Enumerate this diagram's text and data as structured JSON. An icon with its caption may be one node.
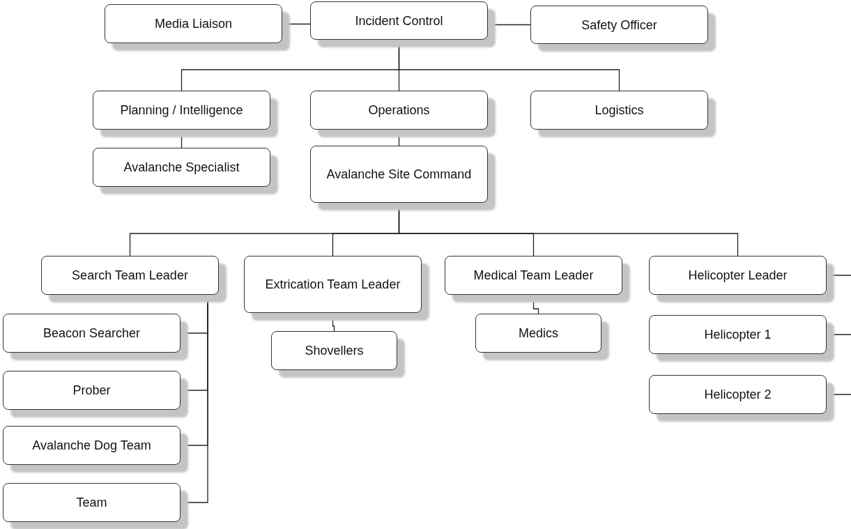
{
  "diagram": {
    "nodes": [
      {
        "text": [
          "Media Liaison"
        ]
      },
      {
        "text": [
          "Incident Control"
        ]
      },
      {
        "text": [
          "Safety Officer"
        ]
      },
      {
        "text": [
          "Planning / Intelligence"
        ]
      },
      {
        "text": [
          "Operations"
        ]
      },
      {
        "text": [
          "Logistics"
        ]
      },
      {
        "text": [
          "Avalanche Specialist"
        ]
      },
      {
        "text": [
          "Avalanche Site Command"
        ]
      },
      {
        "text": [
          "Search Team Leader"
        ]
      },
      {
        "text": [
          "Extrication Team Leader"
        ]
      },
      {
        "text": [
          "Medical Team Leader"
        ]
      },
      {
        "text": [
          "Helicopter Leader"
        ]
      },
      {
        "text": [
          "Beacon Searcher"
        ]
      },
      {
        "text": [
          "Shovellers"
        ]
      },
      {
        "text": [
          "Medics"
        ]
      },
      {
        "text": [
          "Prober"
        ]
      },
      {
        "text": [
          "Helicopter 1"
        ]
      },
      {
        "text": [
          "Avalanche Dog Team"
        ]
      },
      {
        "text": [
          "Team"
        ]
      },
      {
        "text": [
          "Helicopter 2"
        ]
      }
    ],
    "edges": [
      {
        "from": 1,
        "to": 0,
        "arrow": "none"
      },
      {
        "from": 1,
        "to": 2,
        "arrow": "none"
      },
      {
        "from": 1,
        "to": 3,
        "arrow": "none"
      },
      {
        "from": 1,
        "to": 4,
        "arrow": "none"
      },
      {
        "from": 1,
        "to": 5,
        "arrow": "none"
      },
      {
        "from": 3,
        "to": 6,
        "arrow": "none"
      },
      {
        "from": 4,
        "to": 7,
        "arrow": "none"
      },
      {
        "from": 7,
        "to": 8,
        "arrow": "none"
      },
      {
        "from": 7,
        "to": 9,
        "arrow": "none"
      },
      {
        "from": 7,
        "to": 10,
        "arrow": "none"
      },
      {
        "from": 7,
        "to": 11,
        "arrow": "none"
      },
      {
        "from": 9,
        "to": 13,
        "arrow": "none"
      },
      {
        "from": 10,
        "to": 14,
        "arrow": "none"
      },
      {
        "from": 8,
        "to": 12,
        "arrow": "none"
      },
      {
        "from": 8,
        "to": 15,
        "arrow": "none"
      },
      {
        "from": 8,
        "to": 17,
        "arrow": "none"
      },
      {
        "from": 8,
        "to": 18,
        "arrow": "none"
      },
      {
        "from": 11,
        "to": null,
        "arrow": "none"
      },
      {
        "from": 16,
        "to": null,
        "arrow": "none"
      },
      {
        "from": 19,
        "to": null,
        "arrow": "none"
      }
    ]
  }
}
